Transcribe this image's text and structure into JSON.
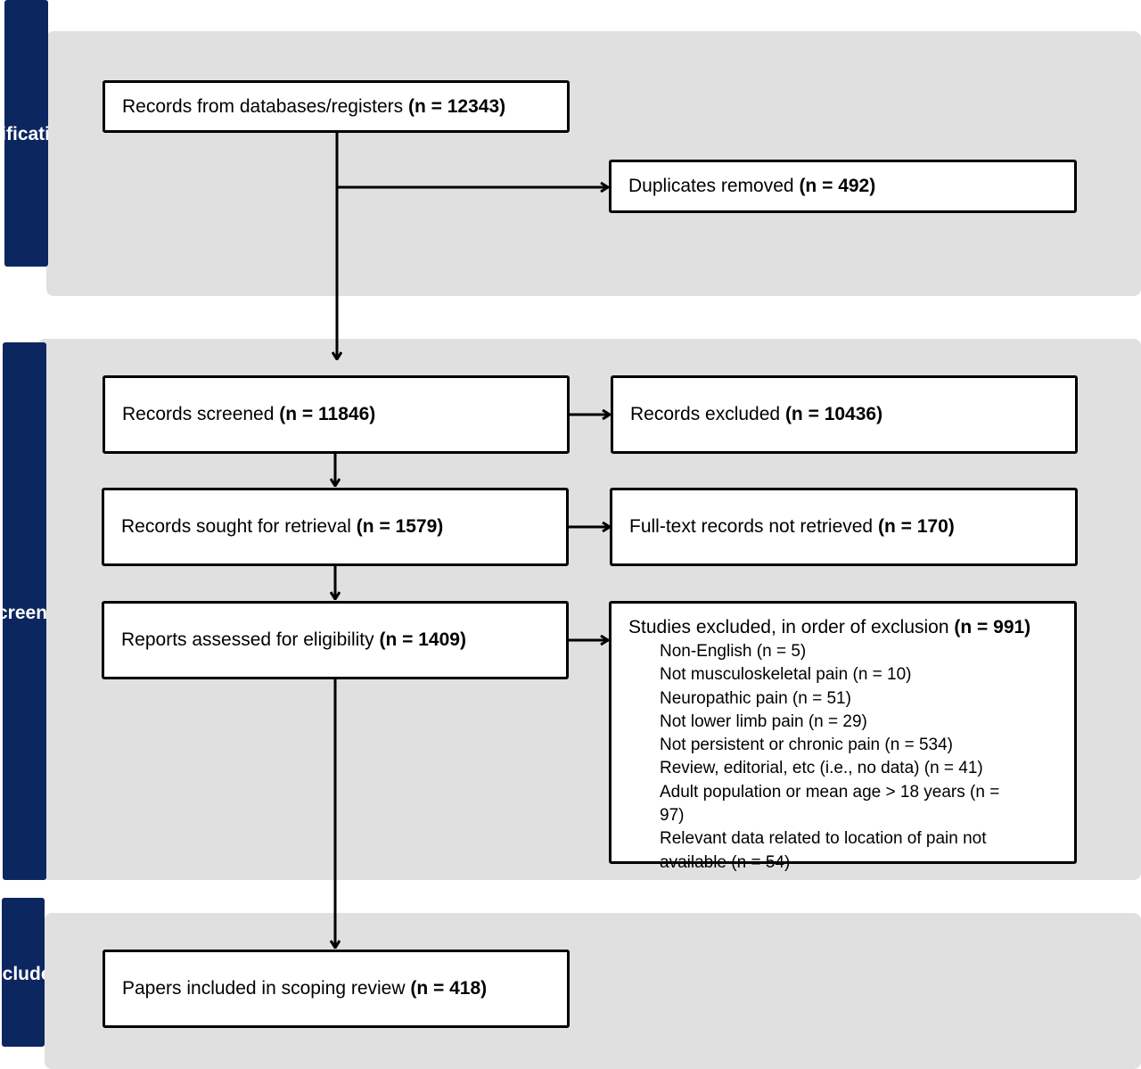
{
  "stages": {
    "identification": "Identification",
    "screening": "Screening",
    "included": "Included"
  },
  "boxes": {
    "records_from_databases": {
      "label": "Records from databases/registers",
      "count": "(n = 12343)"
    },
    "duplicates_removed": {
      "label": "Duplicates removed",
      "count": "(n = 492)"
    },
    "records_screened": {
      "label": "Records screened",
      "count": "(n = 11846)"
    },
    "records_excluded": {
      "label": "Records excluded",
      "count": "(n = 10436)"
    },
    "records_sought": {
      "label": "Records sought for retrieval",
      "count": "(n = 1579)"
    },
    "not_retrieved": {
      "label": "Full-text records not retrieved",
      "count": "(n = 170)"
    },
    "reports_assessed": {
      "label": "Reports assessed for eligibility",
      "count": "(n = 1409)"
    },
    "studies_excluded": {
      "label": "Studies excluded, in order of exclusion",
      "count": "(n = 991)",
      "reasons": [
        "Non-English (n = 5)",
        "Not musculoskeletal pain (n = 10)",
        "Neuropathic pain (n = 51)",
        "Not lower limb pain (n = 29)",
        "Not persistent or chronic pain (n = 534)",
        "Review, editorial, etc (i.e., no data) (n = 41)",
        "Adult population or mean age > 18 years (n = 97)",
        "Relevant data related to location of pain not available (n = 54)"
      ]
    },
    "papers_included": {
      "label": "Papers included in scoping review",
      "count": "(n = 418)"
    }
  },
  "colors": {
    "sidebar": "#0c2660",
    "panel": "#e0e0e0",
    "box_border": "#000000"
  }
}
